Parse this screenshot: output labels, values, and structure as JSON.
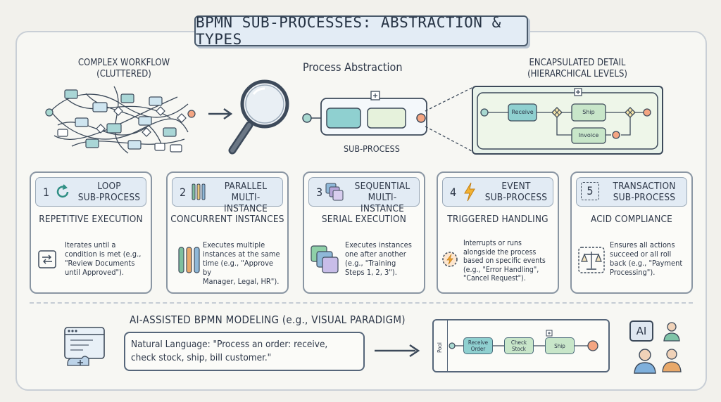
{
  "title": "BPMN SUB-PROCESSES: ABSTRACTION & TYPES",
  "top": {
    "complex_label_1": "COMPLEX WORKFLOW",
    "complex_label_2": "(CLUTTERED)",
    "abstraction_label": "Process Abstraction",
    "subprocess_label": "SUB-PROCESS",
    "encap_label_1": "ENCAPSULATED DETAIL",
    "encap_label_2": "(HIERARCHICAL LEVELS)",
    "encap_tasks": {
      "receive": "Receive",
      "ship": "Ship",
      "invoice": "Invoice"
    }
  },
  "cards": [
    {
      "num": "1",
      "title_1": "LOOP",
      "title_2": "SUB-PROCESS",
      "subtitle": "REPETITIVE EXECUTION",
      "desc": [
        "Iterates until a",
        "condition is met (e.g.,",
        "\"Review Documents",
        "until Approved\")."
      ],
      "icon": "loop-icon"
    },
    {
      "num": "2",
      "title_1": "PARALLEL",
      "title_2": "MULTI-INSTANCE",
      "subtitle": "CONCURRENT INSTANCES",
      "desc": [
        "Executes multiple",
        "instances at the same",
        "time (e.g., \"Approve by",
        "Manager, Legal, HR\")."
      ],
      "icon": "parallel-bars-icon"
    },
    {
      "num": "3",
      "title_1": "SEQUENTIAL",
      "title_2": "MULTI-INSTANCE",
      "subtitle": "SERIAL EXECUTION",
      "desc": [
        "Executes instances",
        "one after another",
        "(e.g., \"Training",
        "Steps 1, 2, 3\")."
      ],
      "icon": "stacked-squares-icon"
    },
    {
      "num": "4",
      "title_1": "EVENT",
      "title_2": "SUB-PROCESS",
      "subtitle": "TRIGGERED HANDLING",
      "desc": [
        "Interrupts or runs",
        "alongside the process",
        "based on specific events",
        "(e.g., \"Error Handling\",",
        "\"Cancel Request\")."
      ],
      "icon": "lightning-icon"
    },
    {
      "num": "5",
      "title_1": "TRANSACTION",
      "title_2": "SUB-PROCESS",
      "subtitle": "ACID COMPLIANCE",
      "desc": [
        "Ensures all actions",
        "succeed or all roll",
        "back (e.g., \"Payment",
        "Processing\")."
      ],
      "icon": "scales-icon"
    }
  ],
  "ai": {
    "title": "AI-ASSISTED BPMN MODELING (e.g., VISUAL PARADIGM)",
    "prompt_line_1": "Natural Language: \"Process an order: receive,",
    "prompt_line_2": "check stock, ship, bill customer.\"",
    "pool_label": "Pool",
    "tasks": {
      "receive": "Receive Order",
      "check": "Check Stock",
      "ship": "Ship"
    },
    "ai_badge": "AI"
  },
  "colors": {
    "task_teal": "#8fd0d0",
    "task_green": "#c8e6c9",
    "task_mint": "#e6f2dc",
    "event_start": "#a8d8d0",
    "event_end": "#f4a582",
    "banner": "#e3ecf5",
    "outline": "#4a5a6b"
  }
}
